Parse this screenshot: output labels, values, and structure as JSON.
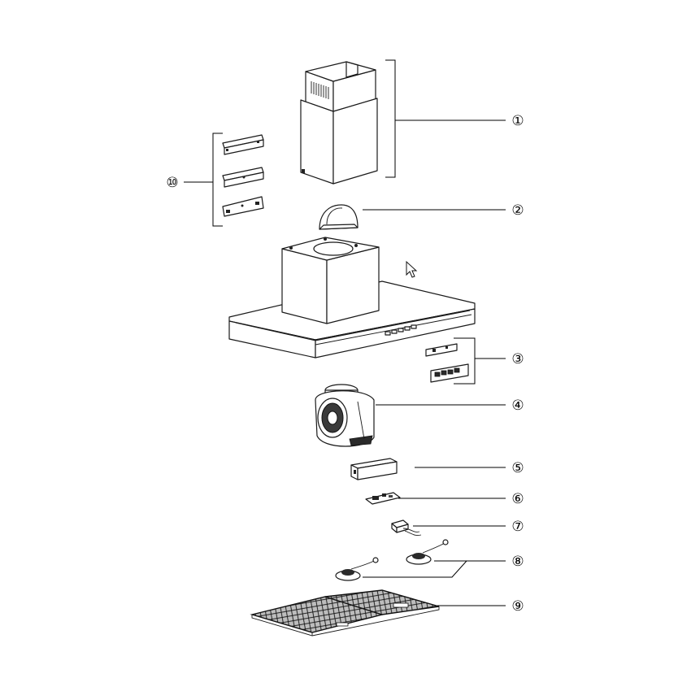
{
  "diagram": {
    "labels": [
      "①",
      "②",
      "③",
      "④",
      "⑤",
      "⑥",
      "⑦",
      "⑧",
      "⑨",
      "⑩"
    ]
  },
  "parts": [
    {
      "id": "chimney",
      "icon": "chimney-cover-icon",
      "label_index": 0
    },
    {
      "id": "flap",
      "icon": "back-draft-flap-icon",
      "label_index": 1
    },
    {
      "id": "control",
      "icon": "control-panel-icon",
      "label_index": 2
    },
    {
      "id": "motor",
      "icon": "blower-motor-icon",
      "label_index": 3
    },
    {
      "id": "transformer",
      "icon": "transformer-box-icon",
      "label_index": 4
    },
    {
      "id": "circuit",
      "icon": "circuit-board-icon",
      "label_index": 5
    },
    {
      "id": "capacitor",
      "icon": "capacitor-icon",
      "label_index": 6
    },
    {
      "id": "lamps",
      "icon": "lamp-icon",
      "label_index": 7
    },
    {
      "id": "filter",
      "icon": "grease-filter-icon",
      "label_index": 8
    },
    {
      "id": "brackets",
      "icon": "mounting-bracket-icon",
      "label_index": 9
    }
  ],
  "pointer": {
    "icon": "mouse-cursor-icon"
  }
}
